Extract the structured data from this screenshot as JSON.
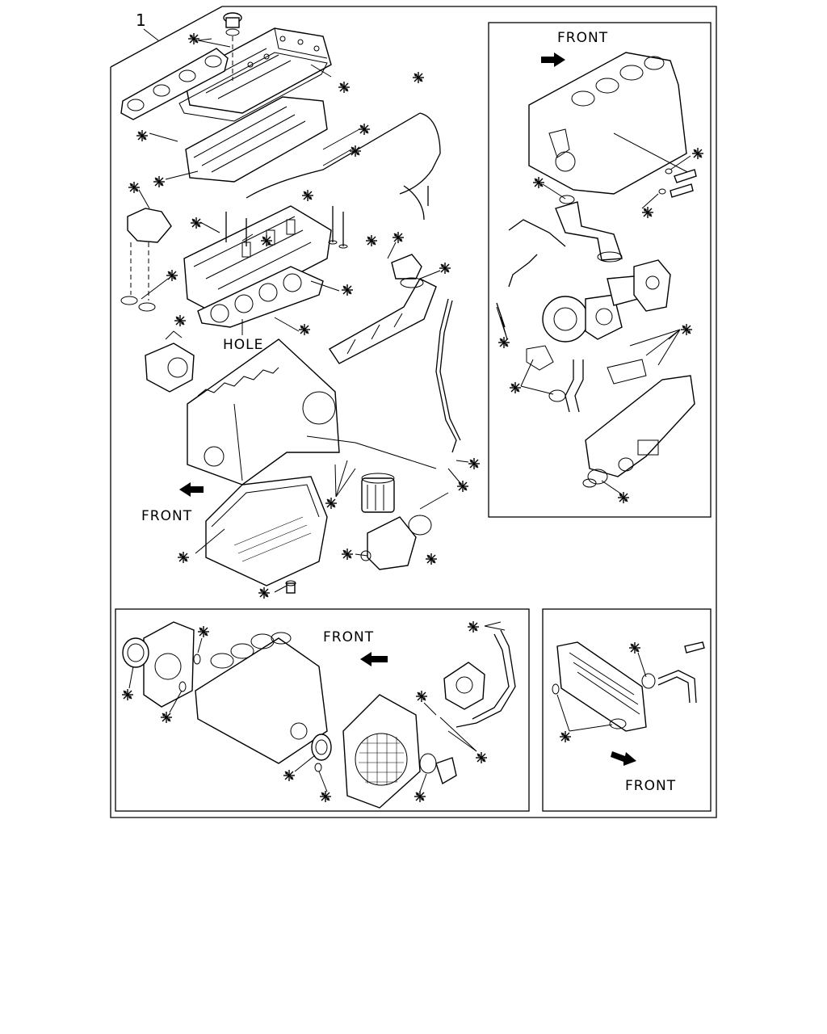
{
  "diagram": {
    "item_number": "1",
    "labels": {
      "front_main": "FRONT",
      "front_upper_right": "FRONT",
      "front_bottom_center": "FRONT",
      "front_bottom_right": "FRONT",
      "hole": "HOLE"
    },
    "callout_symbol": "※",
    "icons": [
      "arrow-left-icon",
      "arrow-right-icon",
      "asterisk-callout-icon"
    ]
  }
}
